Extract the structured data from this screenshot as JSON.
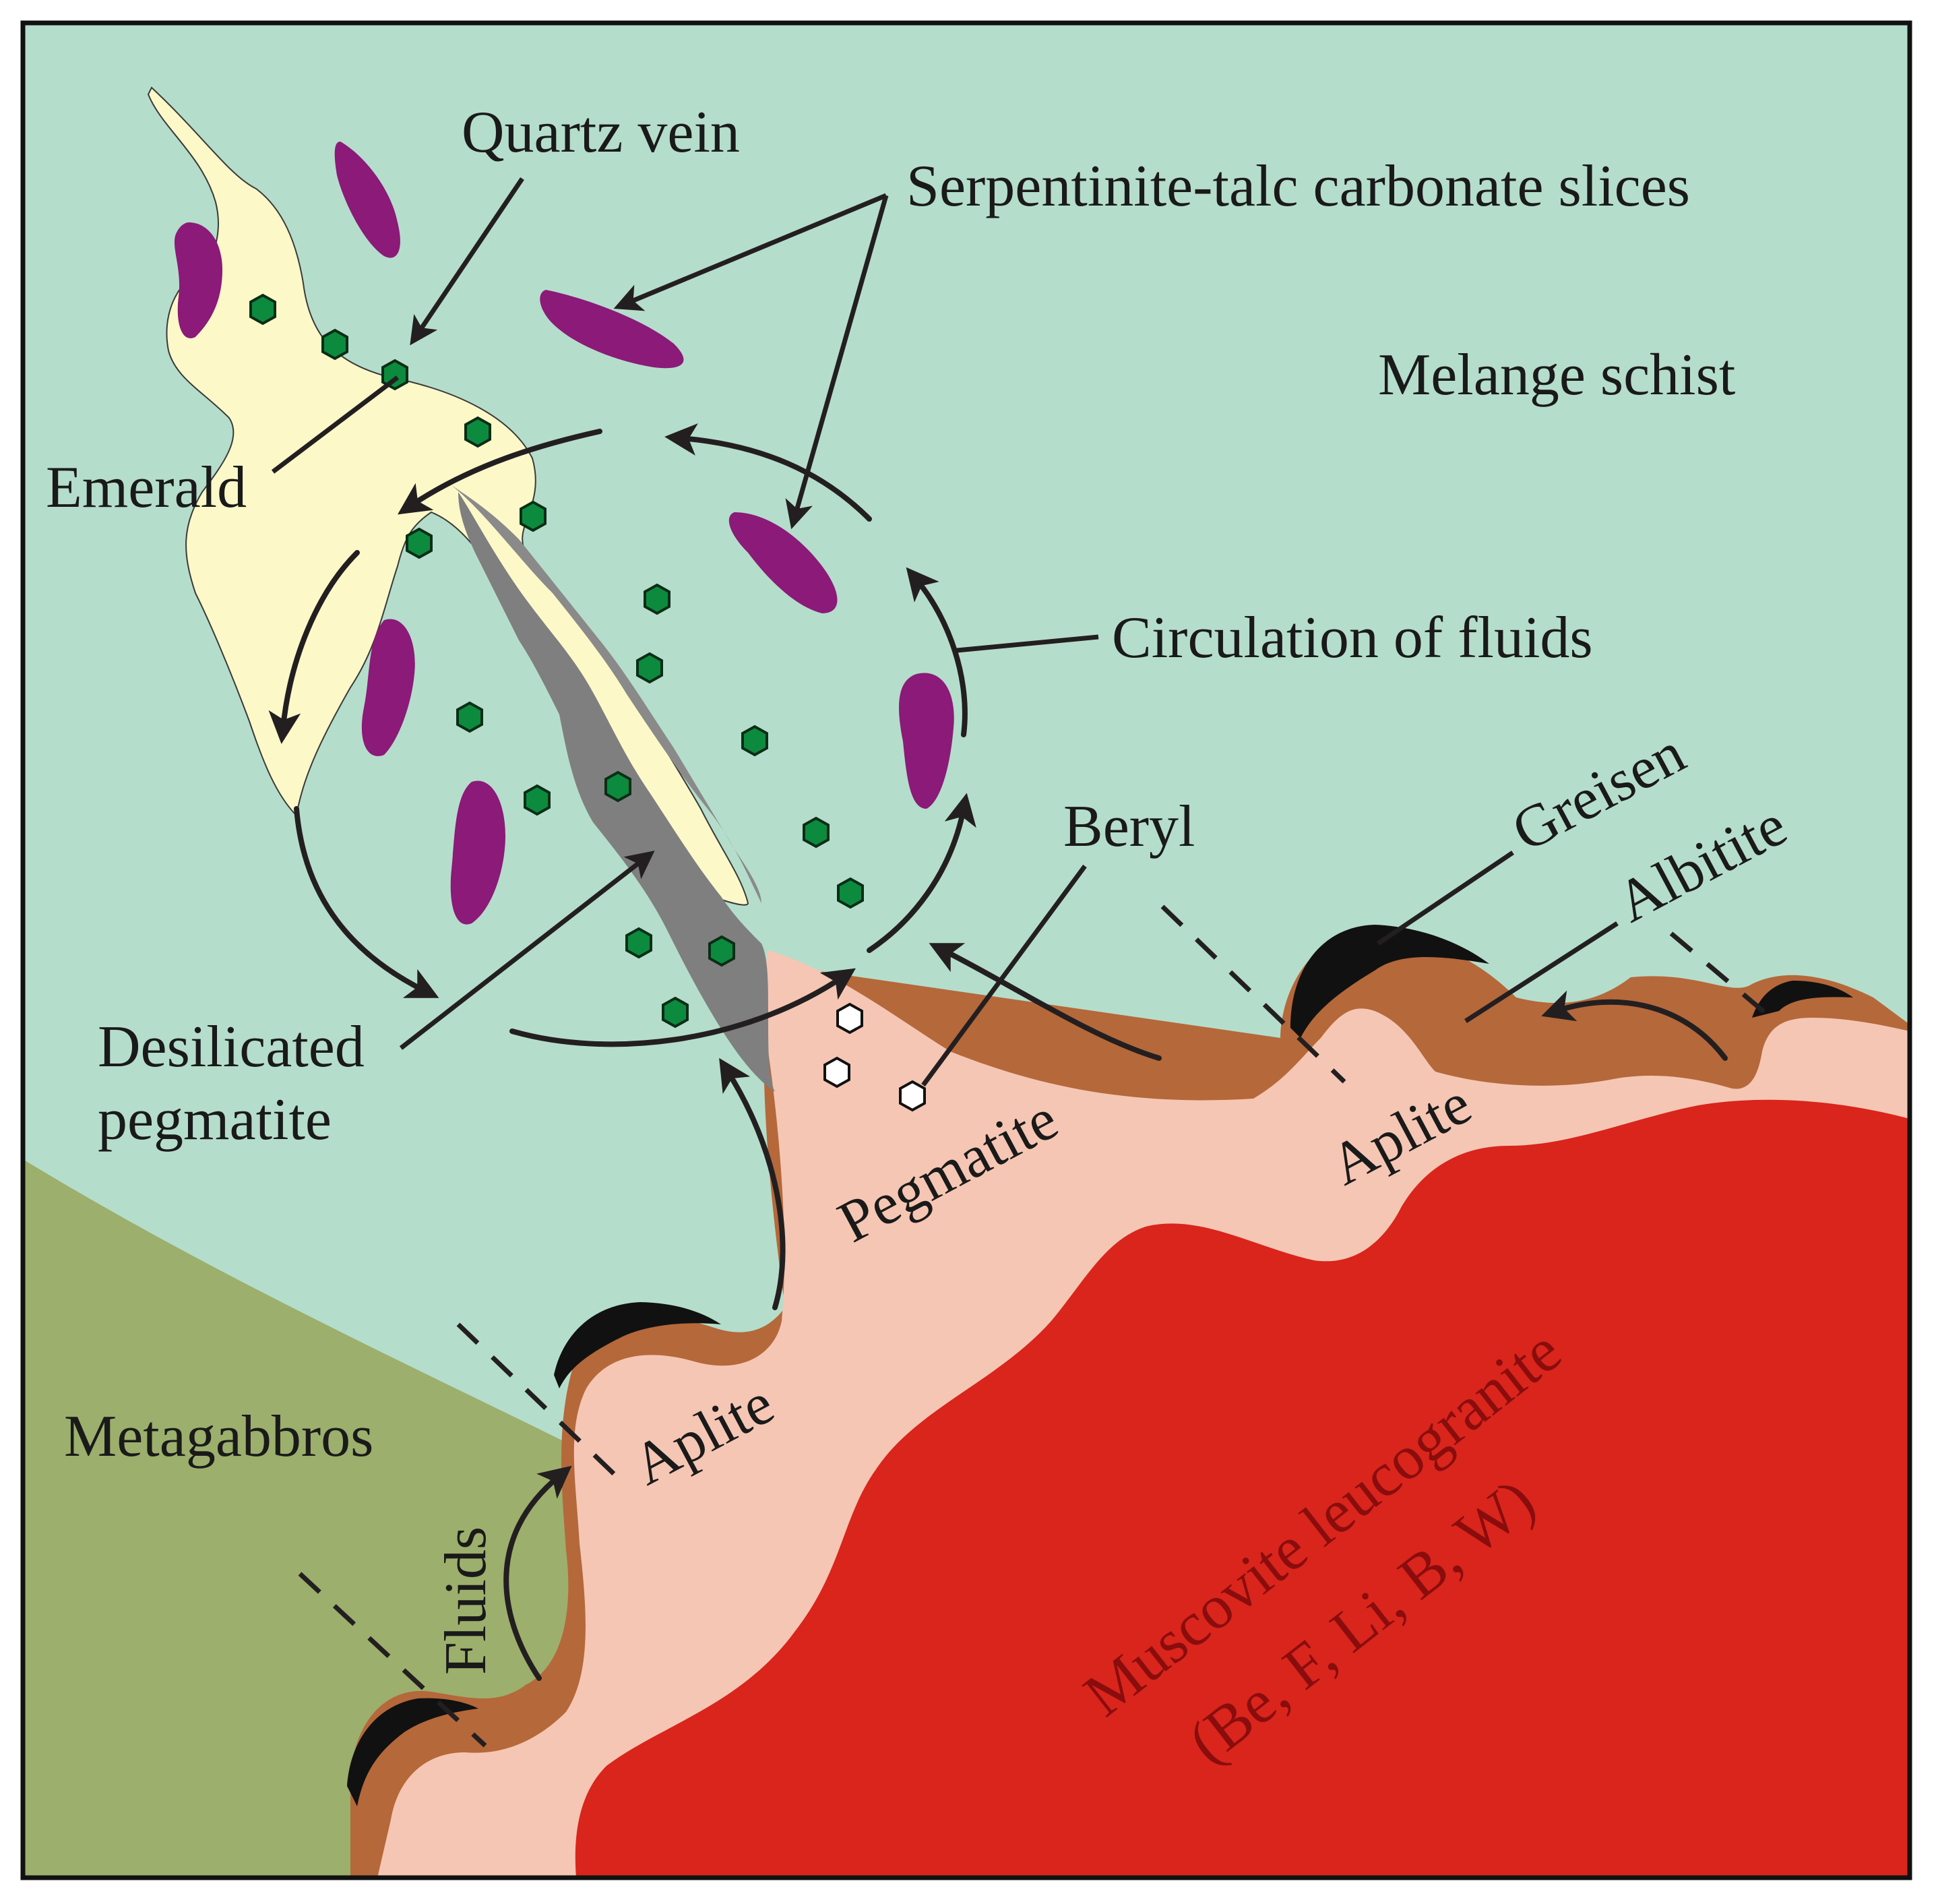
{
  "labels": {
    "quartz_vein": "Quartz vein",
    "serpentinite": "Serpentinite-talc carbonate slices",
    "melange_schist": "Melange schist",
    "emerald": "Emerald",
    "circulation": "Circulation of fluids",
    "beryl": "Beryl",
    "greisen": "Greisen",
    "albitite": "Albitite",
    "desilicated_line1": "Desilicated",
    "desilicated_line2": "pegmatite",
    "pegmatite": "Pegmatite",
    "aplite_right": "Aplite",
    "aplite_left": "Aplite",
    "metagabbros": "Metagabbros",
    "fluids": "Fluids",
    "leucogranite_line1": "Muscovite leucogranite",
    "leucogranite_line2": "(Be, F, Li, B, W)"
  },
  "colors": {
    "melange_schist": "#b5ddcb",
    "metagabbros": "#9caf6c",
    "pegmatite_aplite": "#f5c6b4",
    "leucogranite": "#d9251c",
    "albitite": "#b5683a",
    "greisen": "#111111",
    "quartz_vein": "#fdf8c8",
    "desilicated_pegmatite": "#7f7f7f",
    "serpentinite": "#8b1a78",
    "emerald": "#0c8a3e",
    "beryl": "#ffffff"
  }
}
